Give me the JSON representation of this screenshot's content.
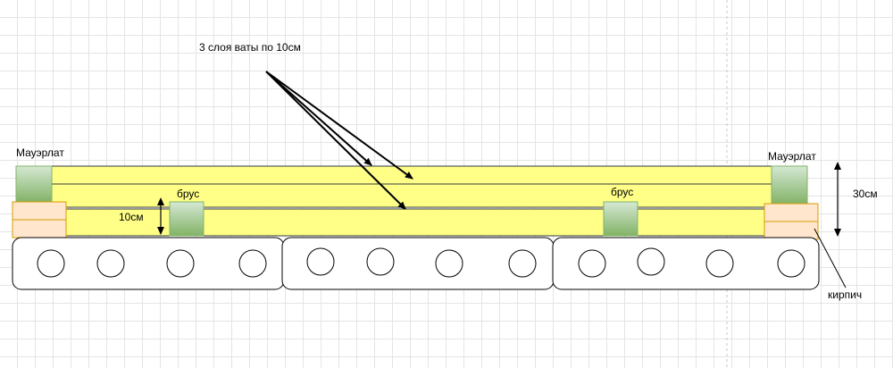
{
  "labels": {
    "wool_layers": "3 слоя ваты по 10см",
    "mauerlat_left": "Мауэрлат",
    "mauerlat_right": "Мауэрлат",
    "beam_left": "брус",
    "beam_right": "брус",
    "height_10": "10см",
    "height_30": "30см",
    "brick": "кирпич"
  },
  "colors": {
    "insulation": "#ffff88",
    "insulation_stroke": "#36393d",
    "wood_top": "#d5e8d4",
    "wood_bottom": "#82b366",
    "wood_stroke": "#82b366",
    "brick_fill": "#ffe6cc",
    "brick_stroke": "#d79b00",
    "slab_stroke": "#000000",
    "grid": "#e4e4e4"
  }
}
